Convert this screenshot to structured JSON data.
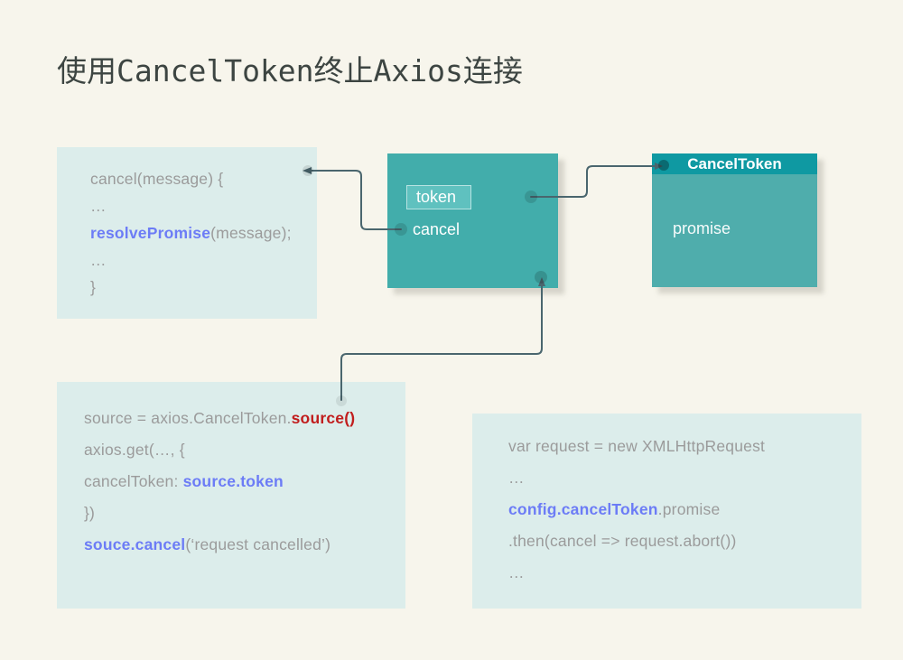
{
  "title": "使用CancelToken终止Axios连接",
  "colors": {
    "background": "#f7f5ec",
    "light_box": "#dcedeb",
    "teal_box": "#42adab",
    "token_chip": "#5fc1bf",
    "class_header": "#0f99a2",
    "class_body": "#4fadac",
    "connector": "#4a666e",
    "code_gray": "#9b9b9b",
    "code_blue": "#6c7cf6",
    "code_red": "#c11d1d",
    "title_text": "#3d4542"
  },
  "token_box": {
    "token_label": "token",
    "cancel_label": "cancel"
  },
  "canceltoken_box": {
    "header": "CancelToken",
    "member": "promise"
  },
  "code_boxes": {
    "cancel_fn": {
      "lines": [
        [
          {
            "t": "cancel(message) {",
            "c": "gray"
          }
        ],
        [
          {
            "t": "…",
            "c": "gray"
          }
        ],
        [
          {
            "t": "resolvePromise",
            "c": "blue"
          },
          {
            "t": "(message);",
            "c": "gray"
          }
        ],
        [
          {
            "t": "…",
            "c": "gray"
          }
        ],
        [
          {
            "t": "}",
            "c": "gray"
          }
        ]
      ]
    },
    "source_code": {
      "lines": [
        [
          {
            "t": "source = axios.CancelToken.",
            "c": "gray"
          },
          {
            "t": "source()",
            "c": "red"
          }
        ],
        [
          {
            "t": "axios.get(…, {",
            "c": "gray"
          }
        ],
        [
          {
            "t": "cancelToken: ",
            "c": "gray"
          },
          {
            "t": "source.token",
            "c": "blue"
          }
        ],
        [
          {
            "t": "})",
            "c": "gray"
          }
        ],
        [
          {
            "t": "souce.cancel",
            "c": "blue"
          },
          {
            "t": "(‘request cancelled’)",
            "c": "gray"
          }
        ]
      ]
    },
    "xhr_code": {
      "lines": [
        [
          {
            "t": "var request = new XMLHttpRequest",
            "c": "gray"
          }
        ],
        [
          {
            "t": "…",
            "c": "gray"
          }
        ],
        [
          {
            "t": "config.cancelToken",
            "c": "blue"
          },
          {
            "t": ".promise",
            "c": "gray"
          }
        ],
        [
          {
            "t": ".then(cancel => request.abort())",
            "c": "gray"
          }
        ],
        [
          {
            "t": "…",
            "c": "gray"
          }
        ]
      ]
    }
  }
}
